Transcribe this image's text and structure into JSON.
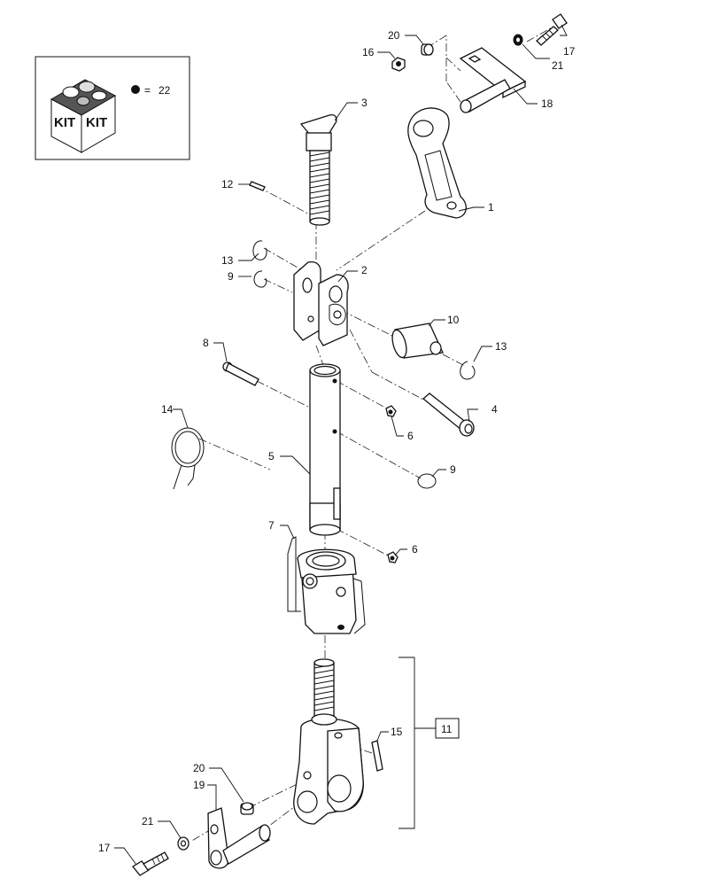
{
  "kit_legend": {
    "kit_text_left": "KIT",
    "kit_text_right": "KIT",
    "equals": "=",
    "kit_item": "22"
  },
  "callouts": {
    "c1": "1",
    "c2": "2",
    "c3": "3",
    "c4": "4",
    "c5": "5",
    "c6a": "6",
    "c6b": "6",
    "c7": "7",
    "c8": "8",
    "c9a": "9",
    "c9b": "9",
    "c10": "10",
    "c11": "11",
    "c12": "12",
    "c13a": "13",
    "c13b": "13",
    "c14": "14",
    "c15": "15",
    "c16": "16",
    "c17a": "17",
    "c17b": "17",
    "c18": "18",
    "c19": "19",
    "c20a": "20",
    "c20b": "20",
    "c21a": "21",
    "c21b": "21"
  }
}
